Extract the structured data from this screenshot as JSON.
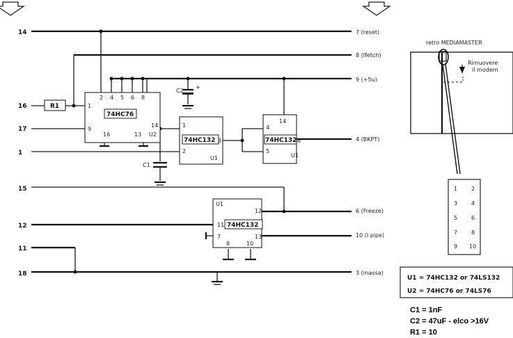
{
  "left_pins": [
    "14",
    "16",
    "17",
    "1",
    "15",
    "12",
    "11",
    "18"
  ],
  "right_signals": [
    "7 (reset)",
    "8 (Ifetch)",
    "9 (+5u)",
    "4 (BKPT)",
    "6 (Freeze)",
    "10 (I pipe)",
    "3 (massa)"
  ],
  "chips": {
    "u2_name": "74HC76",
    "u2_ref": "U2",
    "u1a_name": "74HC132",
    "u1a_ref": "U1",
    "u1b_name": "74HC132",
    "u1b_ref": "U1",
    "u1c_name": "74HC132",
    "u1c_ref": "U1"
  },
  "pins": {
    "u2_top": [
      "2",
      "4",
      "5",
      "6",
      "8"
    ],
    "u2_left": [
      "1",
      "9"
    ],
    "u2_right": "14",
    "u2_bottom": [
      "16",
      "13"
    ],
    "u1a_left": [
      "1",
      "2"
    ],
    "u1a_right": "3",
    "u1b_top": "14",
    "u1b_left": [
      "4",
      "5"
    ],
    "u1b_right": "6",
    "u1c_right": [
      "12",
      "13"
    ],
    "u1c_left": [
      "11",
      "7"
    ],
    "u1c_bottom": [
      "8",
      "10"
    ]
  },
  "components": {
    "r1": "R1",
    "c1": "C1",
    "c2": "C2",
    "c2_plus": "+"
  },
  "connector": {
    "title": "retro MEDIAMASTER",
    "note_line1": "Rimuovere",
    "note_line2": "il modem",
    "pins_left": [
      "1",
      "3",
      "5",
      "7",
      "9"
    ],
    "pins_right": [
      "2",
      "4",
      "6",
      "8",
      "10"
    ]
  },
  "legend": {
    "line1": "U1 = 74HC132 or 74LS132",
    "line2": "U2 = 74HC76 or 74LS76"
  },
  "values": {
    "line1": "C1 = 1nF",
    "line2": "C2 = 47uF - elco >16V",
    "line3": "R1 = 10"
  }
}
